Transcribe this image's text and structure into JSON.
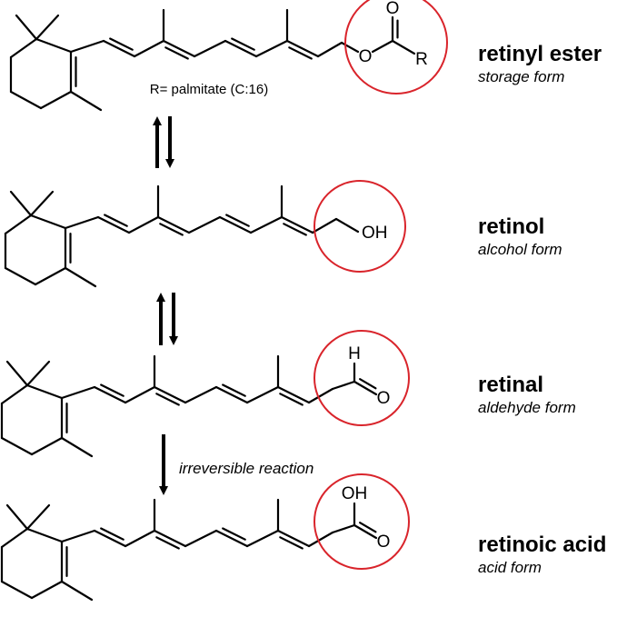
{
  "rows": [
    {
      "name": "retinyl ester",
      "form": "storage form",
      "group": "ester",
      "groupAtoms": {
        "O1": "O",
        "O2": "O",
        "R": "R"
      },
      "note": "R= palmitate (C:16)"
    },
    {
      "name": "retinol",
      "form": "alcohol form",
      "group": "alcohol",
      "groupAtoms": {
        "O1": "OH"
      }
    },
    {
      "name": "retinal",
      "form": "aldehyde form",
      "group": "aldehyde",
      "groupAtoms": {
        "H": "H",
        "O1": "O"
      }
    },
    {
      "name": "retinoic acid",
      "form": "acid form",
      "group": "acid",
      "groupAtoms": {
        "O1": "OH",
        "O2": "O"
      }
    }
  ],
  "arrows": [
    {
      "kind": "reversible"
    },
    {
      "kind": "reversible"
    },
    {
      "kind": "forward",
      "label": "irreversible reaction"
    }
  ],
  "colors": {
    "highlight": "#d9242b",
    "ink": "#000000"
  }
}
